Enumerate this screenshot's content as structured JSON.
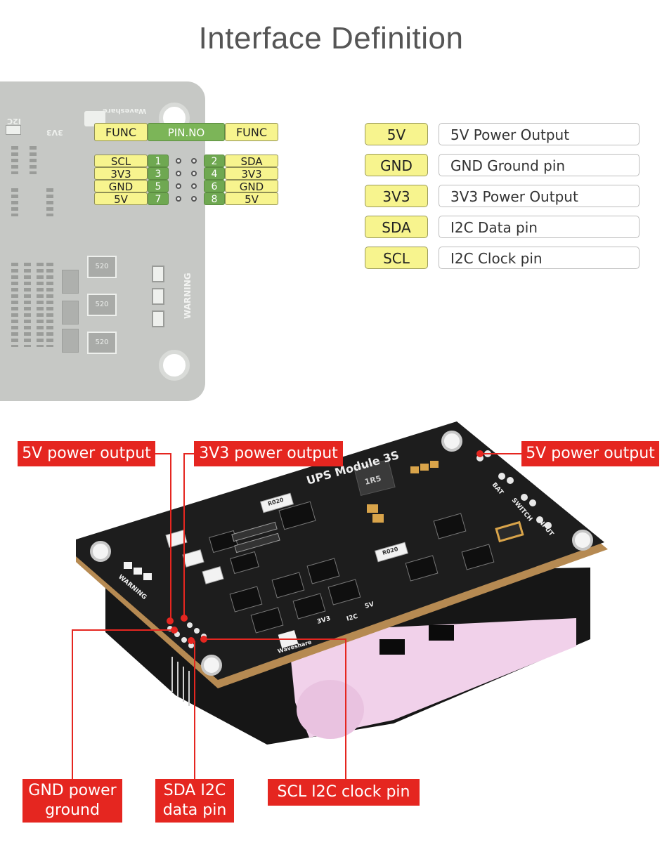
{
  "title": "Interface Definition",
  "board_top": {
    "silk_i2c": "I2C",
    "silk_3v3": "3V3",
    "silk_brand": "Waveshare",
    "silk_warning": "WARNING",
    "smd_label": "520"
  },
  "pin_table": {
    "head_func_left": "FUNC",
    "head_pin": "PIN.NO",
    "head_func_right": "FUNC",
    "rows": [
      {
        "left_func": "SCL",
        "left_pin": "1",
        "right_pin": "2",
        "right_func": "SDA"
      },
      {
        "left_func": "3V3",
        "left_pin": "3",
        "right_pin": "4",
        "right_func": "3V3"
      },
      {
        "left_func": "GND",
        "left_pin": "5",
        "right_pin": "6",
        "right_func": "GND"
      },
      {
        "left_func": "5V",
        "left_pin": "7",
        "right_pin": "8",
        "right_func": "5V"
      }
    ]
  },
  "legend": [
    {
      "key": "5V",
      "desc": "5V Power Output"
    },
    {
      "key": "GND",
      "desc": "GND Ground pin"
    },
    {
      "key": "3V3",
      "desc": "3V3 Power Output"
    },
    {
      "key": "SDA",
      "desc": "I2C Data pin"
    },
    {
      "key": "SCL",
      "desc": "I2C Clock pin"
    }
  ],
  "board_bottom": {
    "model": "UPS Module 3S",
    "silk_bat": "BAT",
    "silk_switch": "SWITCH",
    "silk_input": "INPUT",
    "silk_warning": "WARNING",
    "silk_5v": "5V",
    "silk_3v3": "3V3",
    "silk_i2c": "I2C",
    "silk_brand": "Waveshare",
    "inductor": "1R5",
    "resistor_a": "R020",
    "resistor_b": "R020"
  },
  "callouts": {
    "five_v_left": "5V power output",
    "three_v3": "3V3 power output",
    "five_v_right": "5V power output",
    "gnd_line1": "GND power",
    "gnd_line2": "ground",
    "sda_line1": "SDA I2C",
    "sda_line2": "data pin",
    "scl": "SCL I2C clock pin"
  },
  "colors": {
    "callout_red": "#e52620",
    "label_yellow": "#f7f48e",
    "pin_green": "#6fa851",
    "pcb_black": "#1d1d1d",
    "battery_pink": "#f1d1ea"
  }
}
